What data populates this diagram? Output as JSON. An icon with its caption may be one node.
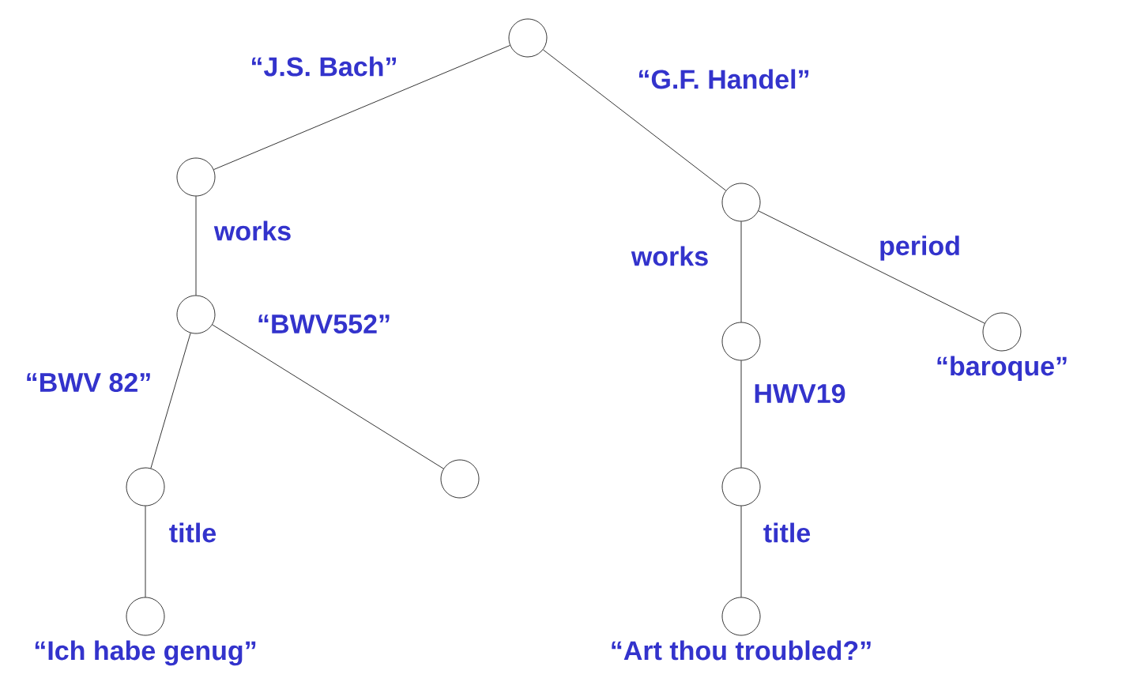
{
  "diagram": {
    "nodes": [
      {
        "text": [],
        "shape": "circle"
      },
      {
        "text": [],
        "shape": "circle"
      },
      {
        "text": [],
        "shape": "circle"
      },
      {
        "text": [],
        "shape": "circle"
      },
      {
        "text": [],
        "shape": "circle"
      },
      {
        "text": [],
        "shape": "circle",
        "beside": [
          "“baroque”"
        ]
      },
      {
        "text": [],
        "shape": "circle"
      },
      {
        "text": [],
        "shape": "circle"
      },
      {
        "text": [],
        "shape": "circle"
      },
      {
        "text": [],
        "shape": "circle",
        "beside": [
          "“Ich habe genug”"
        ]
      },
      {
        "text": [],
        "shape": "circle",
        "beside": [
          "“Art thou troubled?”"
        ]
      }
    ],
    "edges": [
      {
        "from": 0,
        "to": 1,
        "arrow": "none",
        "label": "“J.S. Bach”"
      },
      {
        "from": 0,
        "to": 2,
        "arrow": "none",
        "label": "“G.F. Handel”"
      },
      {
        "from": 1,
        "to": 3,
        "arrow": "none",
        "label": "works"
      },
      {
        "from": 2,
        "to": 4,
        "arrow": "none",
        "label": "works"
      },
      {
        "from": 2,
        "to": 5,
        "arrow": "none",
        "label": "period"
      },
      {
        "from": 3,
        "to": 6,
        "arrow": "none",
        "label": "“BWV 82”"
      },
      {
        "from": 3,
        "to": 7,
        "arrow": "none",
        "label": "“BWV552”"
      },
      {
        "from": 4,
        "to": 8,
        "arrow": "none",
        "label": "HWV19"
      },
      {
        "from": 6,
        "to": 9,
        "arrow": "none",
        "label": "title"
      },
      {
        "from": 8,
        "to": 10,
        "arrow": "none",
        "label": "title"
      }
    ]
  }
}
